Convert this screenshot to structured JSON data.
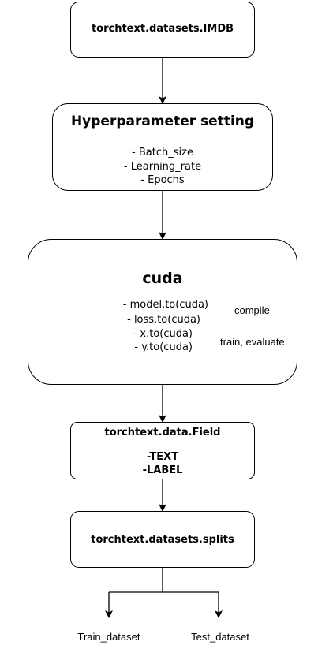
{
  "imdb_box": {
    "label": "torchtext.datasets.IMDB"
  },
  "hyperparameter_box": {
    "title": "Hyperparameter setting",
    "items": [
      "- Batch_size",
      "- Learning_rate",
      "- Epochs"
    ]
  },
  "cuda_box": {
    "title": "cuda",
    "compile_items": [
      "- model.to(cuda)",
      "- loss.to(cuda)"
    ],
    "compile_label": "compile",
    "train_items": [
      "- x.to(cuda)",
      "- y.to(cuda)"
    ],
    "train_label": "train, evaluate"
  },
  "field_box": {
    "title": "torchtext.data.Field",
    "items": [
      "-TEXT",
      "-LABEL"
    ]
  },
  "splits_box": {
    "label": "torchtext.datasets.splits"
  },
  "outputs": {
    "train": "Train_dataset",
    "test": "Test_dataset"
  }
}
